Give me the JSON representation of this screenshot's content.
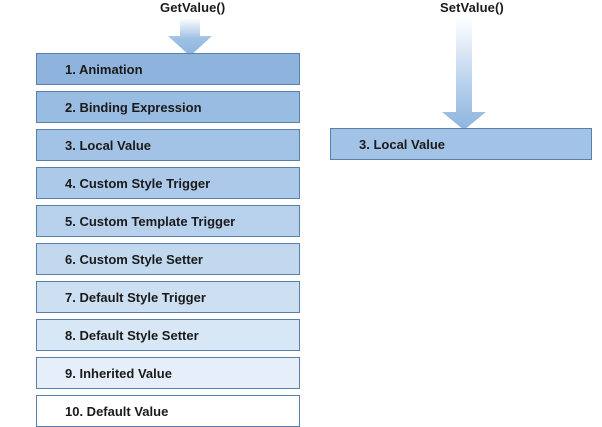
{
  "headings": {
    "get": "GetValue()",
    "set": "SetValue()"
  },
  "get_stack": [
    {
      "label": "1. Animation",
      "color": "#8eb4dd"
    },
    {
      "label": "2. Binding Expression",
      "color": "#98bce2"
    },
    {
      "label": "3. Local Value",
      "color": "#a3c3e6"
    },
    {
      "label": "4. Custom Style Trigger",
      "color": "#adc9e9"
    },
    {
      "label": "5. Custom Template Trigger",
      "color": "#b7d0ec"
    },
    {
      "label": "6. Custom Style Setter",
      "color": "#c2d8ef"
    },
    {
      "label": "7. Default Style Trigger",
      "color": "#cde0f2"
    },
    {
      "label": "8. Default Style Setter",
      "color": "#d8e7f5"
    },
    {
      "label": "9. Inherited Value",
      "color": "#e6eff9"
    },
    {
      "label": "10. Default Value",
      "color": "#ffffff"
    }
  ],
  "set_target": {
    "label": "3. Local Value",
    "color": "#a3c3e6"
  },
  "arrow_color": "#8eb4dd"
}
